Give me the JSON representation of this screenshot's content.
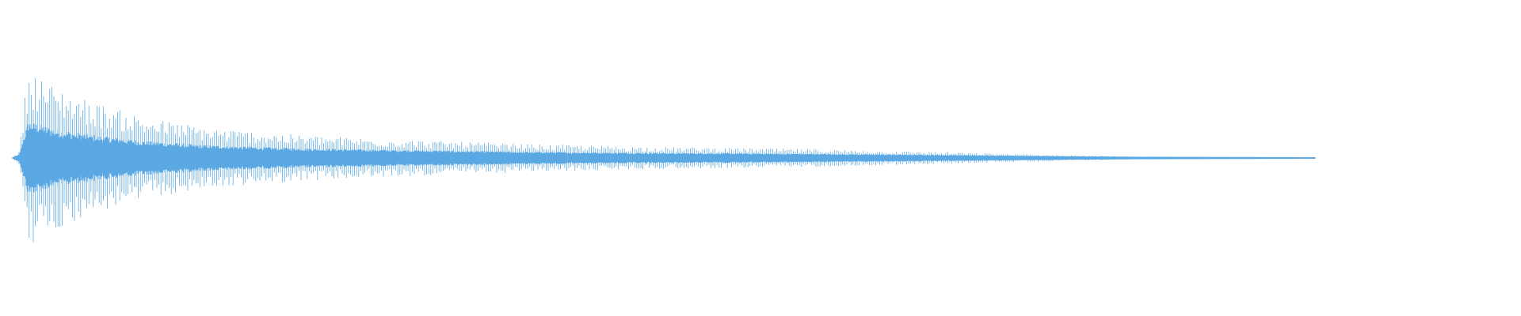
{
  "waveform": {
    "color": "#5ba8e3",
    "envelope": [
      {
        "t": 0.0,
        "amp": 0.0
      },
      {
        "t": 0.005,
        "amp": 0.08
      },
      {
        "t": 0.012,
        "amp": 1.0
      },
      {
        "t": 0.03,
        "amp": 0.8
      },
      {
        "t": 0.06,
        "amp": 0.62
      },
      {
        "t": 0.1,
        "amp": 0.45
      },
      {
        "t": 0.15,
        "amp": 0.33
      },
      {
        "t": 0.22,
        "amp": 0.25
      },
      {
        "t": 0.3,
        "amp": 0.2
      },
      {
        "t": 0.4,
        "amp": 0.15
      },
      {
        "t": 0.5,
        "amp": 0.12
      },
      {
        "t": 0.6,
        "amp": 0.1
      },
      {
        "t": 0.7,
        "amp": 0.07
      },
      {
        "t": 0.78,
        "amp": 0.04
      },
      {
        "t": 0.86,
        "amp": 0.015
      },
      {
        "t": 1.0,
        "amp": 0.0
      }
    ]
  }
}
